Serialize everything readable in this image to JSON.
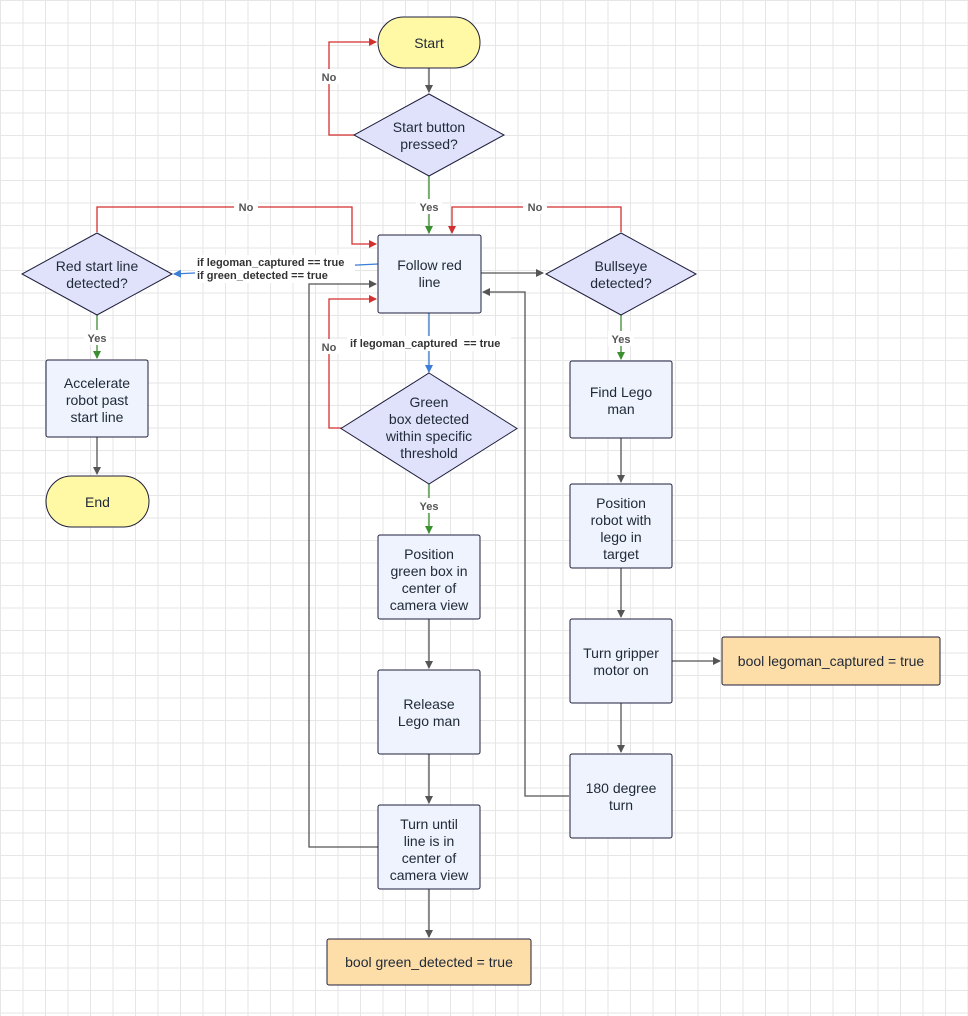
{
  "nodes": {
    "start": "Start",
    "start_button": [
      "Start button",
      "pressed?"
    ],
    "follow_red": [
      "Follow red",
      "line"
    ],
    "red_start_line": [
      "Red start line",
      "detected?"
    ],
    "bullseye": [
      "Bullseye",
      "detected?"
    ],
    "accelerate": [
      "Accelerate",
      "robot past",
      "start line"
    ],
    "end": "End",
    "green_box": [
      "Green",
      "box detected",
      "within specific",
      "threshold"
    ],
    "find_lego": [
      "Find Lego",
      "man"
    ],
    "position_robot": [
      "Position",
      "robot with",
      "lego in",
      "target"
    ],
    "position_green": [
      "Position",
      "green box in",
      "center of",
      "camera view"
    ],
    "turn_gripper": [
      "Turn gripper",
      "motor on"
    ],
    "legoman_captured": "bool legoman_captured = true",
    "release": [
      "Release",
      "Lego man"
    ],
    "turn_180": [
      "180 degree",
      "turn"
    ],
    "turn_until": [
      "Turn until",
      "line is in",
      "center of",
      "camera view"
    ],
    "green_detected": "bool green_detected = true"
  },
  "edges": {
    "no": "No",
    "yes": "Yes",
    "cond_legoman": "if legoman_captured == true",
    "cond_green": "if green_detected == true",
    "cond_legoman_spaced": "if legoman_captured  == true"
  },
  "colors": {
    "terminal_fill": "#fff9a6",
    "process_fill": "#eef3fd",
    "decision_fill": "#e0e2fb",
    "output_fill": "#fddda8",
    "node_stroke": "#1f1f3d",
    "arrow_gray": "#555555",
    "arrow_red": "#d32f2f",
    "arrow_green": "#3a8f2e",
    "arrow_blue": "#3b7dd8"
  }
}
